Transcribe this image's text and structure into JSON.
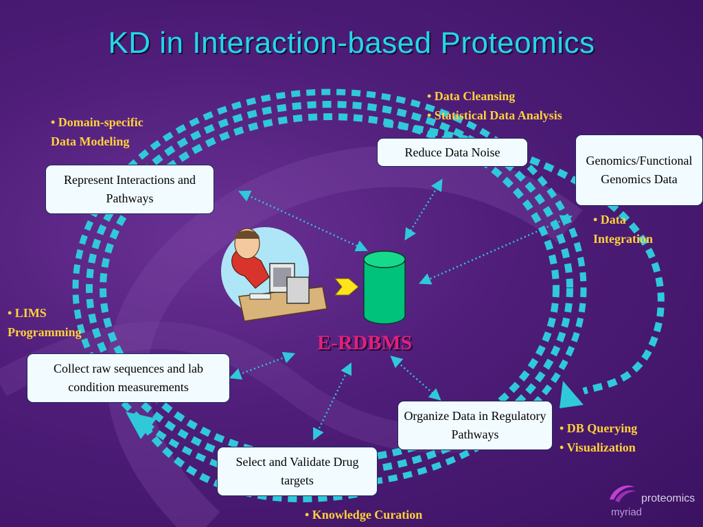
{
  "title": "KD in Interaction-based Proteomics",
  "boxes": {
    "represent": "Represent Interactions and Pathways",
    "reduce": "Reduce Data Noise",
    "genomics": "Genomics/Functional Genomics Data",
    "collect": "Collect raw sequences and lab condition measurements",
    "organize": "Organize Data in Regulatory Pathways",
    "select": "Select and Validate Drug targets"
  },
  "notes": {
    "domain_1": "• Domain-specific",
    "domain_2": "Data Modeling",
    "cleansing": "• Data Cleansing",
    "statistical": "• Statistical Data Analysis",
    "integration_1": "• Data",
    "integration_2": "Integration",
    "lims_1": "• LIMS",
    "lims_2": "Programming",
    "querying": "• DB Querying",
    "visualization": "• Visualization",
    "curation": "• Knowledge Curation"
  },
  "center_label": "E-RDBMS",
  "brand": {
    "word": "proteomics",
    "company": "myriad"
  },
  "colors": {
    "background": "#4e1d78",
    "title": "#22d8e8",
    "notes": "#ffd23a",
    "cycle_dashes": "#2fc9da",
    "database": "#00c27a",
    "center_label": "#e0207a"
  }
}
